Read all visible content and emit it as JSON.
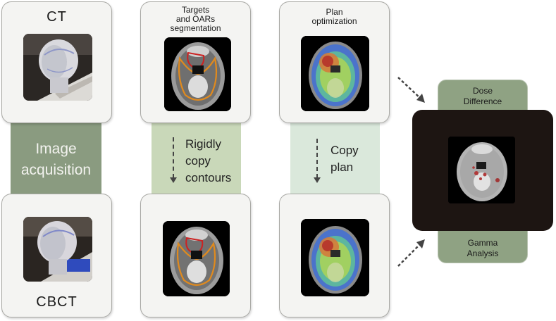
{
  "ct_card": {
    "title": "CT"
  },
  "cbct_card": {
    "title": "CBCT"
  },
  "image_band": {
    "label_line1": "Image",
    "label_line2": "acquisition",
    "color": "#8a9b80"
  },
  "seg_card": {
    "title_line1": "Targets",
    "title_line2": "and OARs",
    "title_line3": "segmentation"
  },
  "copy_contours_band": {
    "label_line1": "Rigidly",
    "label_line2": "copy",
    "label_line3": "contours",
    "color": "#c9d8b9"
  },
  "plan_card": {
    "title_line1": "Plan",
    "title_line2": "optimization"
  },
  "copy_plan_band": {
    "label_line1": "Copy",
    "label_line2": "plan",
    "color": "#dae8db"
  },
  "evaluation": {
    "dose_tab_line1": "Dose",
    "dose_tab_line2": "Difference",
    "gamma_tab_line1": "Gamma",
    "gamma_tab_line2": "Analysis"
  }
}
